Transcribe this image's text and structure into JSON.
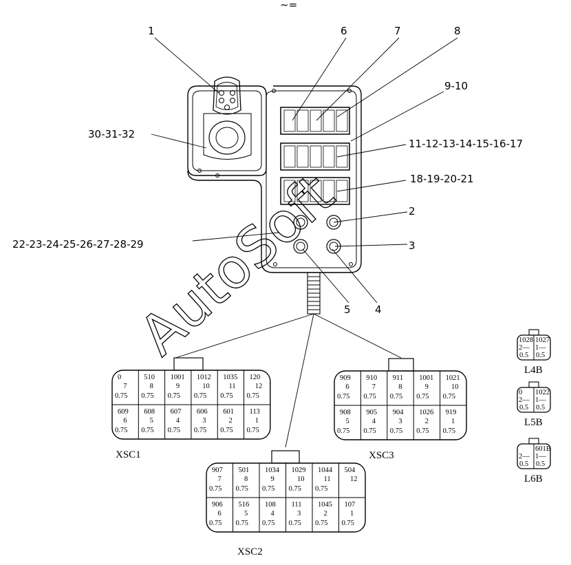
{
  "top_mark": "~=",
  "watermark": "AutoSoft",
  "callouts": [
    "1",
    "6",
    "7",
    "8",
    "9-10",
    "30-31-32",
    "11-12-13-14-15-16-17",
    "18-19-20-21",
    "2",
    "22-23-24-25-26-27-28-29",
    "3",
    "5",
    "4"
  ],
  "connectors": {
    "xsc1": {
      "label": "XSC1",
      "top": [
        [
          "0",
          "7",
          "0.75"
        ],
        [
          "510",
          "8",
          "0.75"
        ],
        [
          "1001",
          "9",
          "0.75"
        ],
        [
          "1012",
          "10",
          "0.75"
        ],
        [
          "1035",
          "11",
          "0.75"
        ],
        [
          "120",
          "12",
          "0.75"
        ]
      ],
      "bottom": [
        [
          "609",
          "6",
          "0.75"
        ],
        [
          "608",
          "5",
          "0.75"
        ],
        [
          "607",
          "4",
          "0.75"
        ],
        [
          "606",
          "3",
          "0.75"
        ],
        [
          "601",
          "2",
          "0.75"
        ],
        [
          "113",
          "1",
          "0.75"
        ]
      ]
    },
    "xsc2": {
      "label": "XSC2",
      "top": [
        [
          "907",
          "7",
          "0.75"
        ],
        [
          "501",
          "8",
          "0.75"
        ],
        [
          "1034",
          "9",
          "0.75"
        ],
        [
          "1029",
          "10",
          "0.75"
        ],
        [
          "1044",
          "11",
          "0.75"
        ],
        [
          "504",
          "12",
          ""
        ]
      ],
      "bottom": [
        [
          "906",
          "6",
          "0.75"
        ],
        [
          "516",
          "5",
          "0.75"
        ],
        [
          "108",
          "4",
          "0.75"
        ],
        [
          "111",
          "3",
          "0.75"
        ],
        [
          "1045",
          "2",
          "0.75"
        ],
        [
          "107",
          "1",
          "0.75"
        ]
      ]
    },
    "xsc3": {
      "label": "XSC3",
      "top": [
        [
          "909",
          "6",
          "0.75"
        ],
        [
          "910",
          "7",
          "0.75"
        ],
        [
          "911",
          "8",
          "0.75"
        ],
        [
          "1001",
          "9",
          "0.75"
        ],
        [
          "1021",
          "10",
          "0.75"
        ]
      ],
      "bottom": [
        [
          "908",
          "5",
          "0.75"
        ],
        [
          "905",
          "4",
          "0.75"
        ],
        [
          "904",
          "3",
          "0.75"
        ],
        [
          "1026",
          "2",
          "0.75"
        ],
        [
          "919",
          "1",
          "0.75"
        ]
      ]
    },
    "l4b": {
      "label": "L4B",
      "cells": [
        [
          "1028",
          "2—",
          "0.5"
        ],
        [
          "1027",
          "1—",
          "0.5"
        ]
      ]
    },
    "l5b": {
      "label": "L5B",
      "cells": [
        [
          "0",
          "2—",
          "0.5"
        ],
        [
          "1022",
          "1—",
          "0.5"
        ]
      ]
    },
    "l6b": {
      "label": "L6B",
      "cells": [
        [
          "",
          "2—",
          "0.5"
        ],
        [
          "601B",
          "1—",
          "0.5"
        ]
      ]
    }
  }
}
